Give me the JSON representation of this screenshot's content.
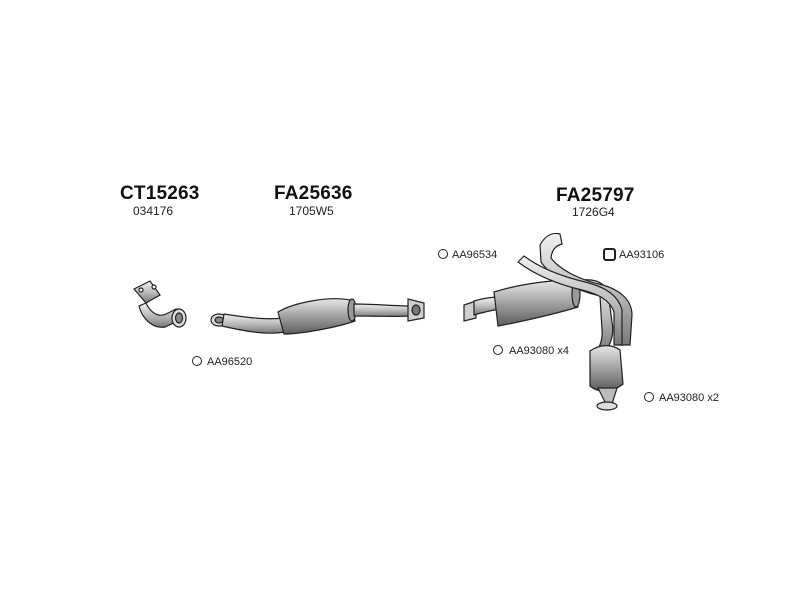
{
  "groups": [
    {
      "code": "CT15263",
      "ref": "034176"
    },
    {
      "code": "FA25636",
      "ref": "1705W5"
    },
    {
      "code": "FA25797",
      "ref": "1726G4"
    }
  ],
  "accessories": [
    {
      "label": "AA96534",
      "icon": "ring-icon"
    },
    {
      "label": "AA93106",
      "icon": "rubber-mount-icon"
    },
    {
      "label": "AA96520",
      "icon": "ring-icon"
    },
    {
      "label": "AA93080 x4",
      "icon": "ring-icon"
    },
    {
      "label": "AA93080 x2",
      "icon": "ring-icon"
    }
  ]
}
